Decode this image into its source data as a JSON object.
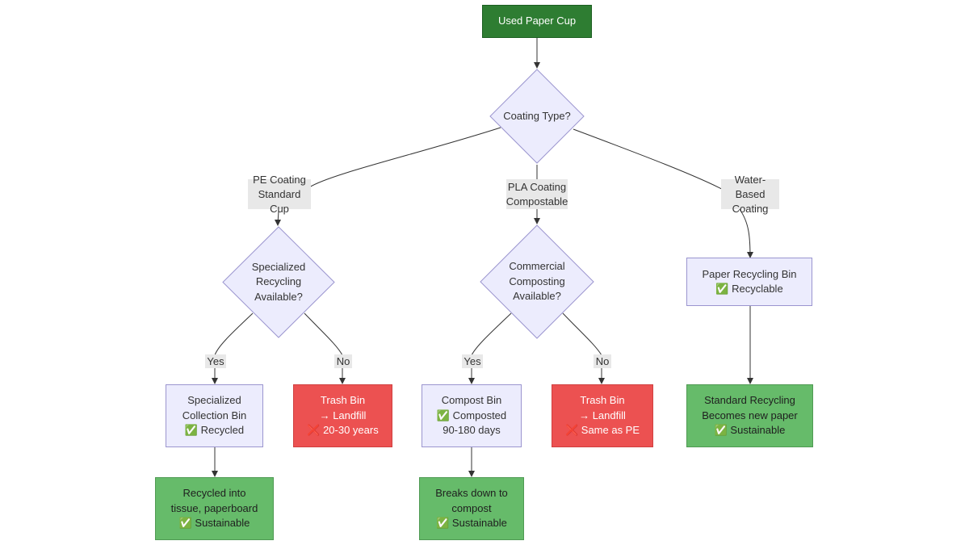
{
  "nodes": {
    "start": [
      "Used Paper Cup"
    ],
    "coating_decision": [
      "Coating Type?"
    ],
    "pe_decision": [
      "Specialized",
      "Recycling",
      "Available?"
    ],
    "pla_decision": [
      "Commercial",
      "Composting",
      "Available?"
    ],
    "paper_bin": [
      "Paper Recycling Bin",
      "✅ Recyclable"
    ],
    "specialized_bin": [
      "Specialized",
      "Collection Bin",
      "✅ Recycled"
    ],
    "trash_pe": [
      "Trash Bin",
      "→ Landfill",
      "❌ 20-30 years"
    ],
    "compost_bin": [
      "Compost Bin",
      "✅ Composted",
      "90-180 days"
    ],
    "trash_pla": [
      "Trash Bin",
      "→ Landfill",
      "❌ Same as PE"
    ],
    "standard_recycling": [
      "Standard Recycling",
      "Becomes new paper",
      "✅ Sustainable"
    ],
    "recycled_into": [
      "Recycled into",
      "tissue, paperboard",
      "✅ Sustainable"
    ],
    "breaks_down": [
      "Breaks down to",
      "compost",
      "✅ Sustainable"
    ]
  },
  "edge_labels": {
    "pe_coating": [
      "PE Coating",
      "Standard Cup"
    ],
    "pla_coating": [
      "PLA Coating",
      "Compostable"
    ],
    "water_based": [
      "Water-Based",
      "Coating"
    ],
    "pe_yes": [
      "Yes"
    ],
    "pe_no": [
      "No"
    ],
    "pla_yes": [
      "Yes"
    ],
    "pla_no": [
      "No"
    ]
  },
  "colors": {
    "start": "#2e7d32",
    "process": "#ececfd",
    "trash": "#ec5151",
    "sustainable": "#66bb6a",
    "edge": "#333333"
  }
}
